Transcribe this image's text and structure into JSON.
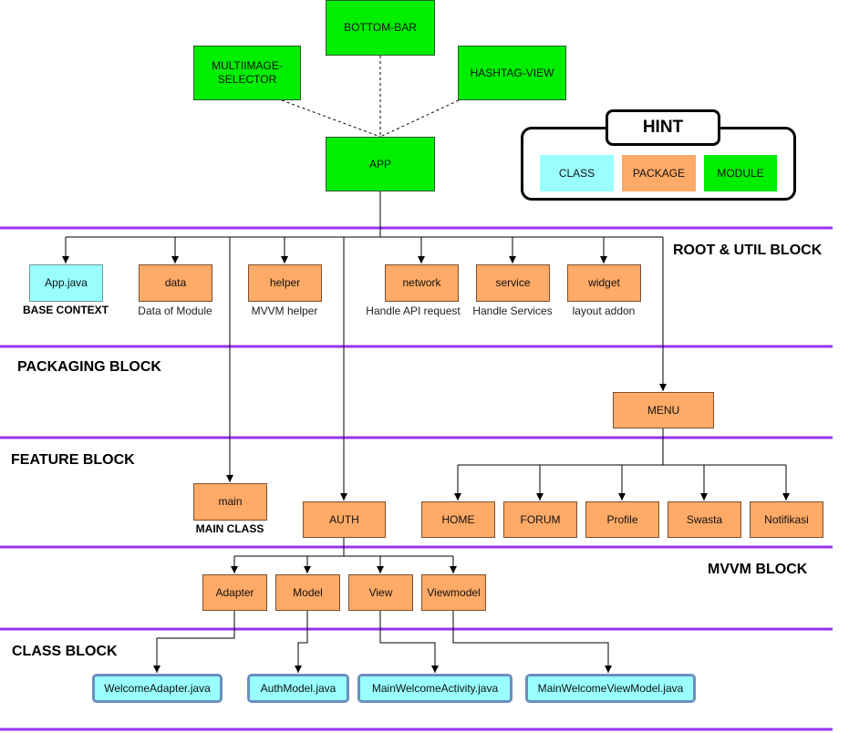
{
  "modules": {
    "bottom_bar": "BOTTOM-BAR",
    "multiimage_selector": "MULTIIMAGE-SELECTOR",
    "hashtag_view": "HASHTAG-VIEW",
    "app": "APP"
  },
  "hint": {
    "title": "HINT",
    "class": "CLASS",
    "package": "PACKAGE",
    "module": "MODULE"
  },
  "blocks": {
    "root_util": "ROOT & UTIL BLOCK",
    "packaging": "PACKAGING BLOCK",
    "feature": "FEATURE BLOCK",
    "mvvm": "MVVM BLOCK",
    "class": "CLASS BLOCK"
  },
  "root": [
    {
      "label": "App.java",
      "caption": "BASE CONTEXT"
    },
    {
      "label": "data",
      "caption": "Data of Module"
    },
    {
      "label": "helper",
      "caption": "MVVM helper"
    },
    {
      "label": "network",
      "caption": "Handle API request"
    },
    {
      "label": "service",
      "caption": "Handle Services"
    },
    {
      "label": "widget",
      "caption": "layout addon"
    }
  ],
  "menu": "MENU",
  "main": {
    "label": "main",
    "caption": "MAIN CLASS"
  },
  "auth": "AUTH",
  "menu_features": [
    "HOME",
    "FORUM",
    "Profile",
    "Swasta",
    "Notifikasi"
  ],
  "mvvm": [
    "Adapter",
    "Model",
    "View",
    "Viewmodel"
  ],
  "classes": [
    "WelcomeAdapter.java",
    "AuthModel.java",
    "MainWelcomeActivity.java",
    "MainWelcomeViewModel.java"
  ]
}
